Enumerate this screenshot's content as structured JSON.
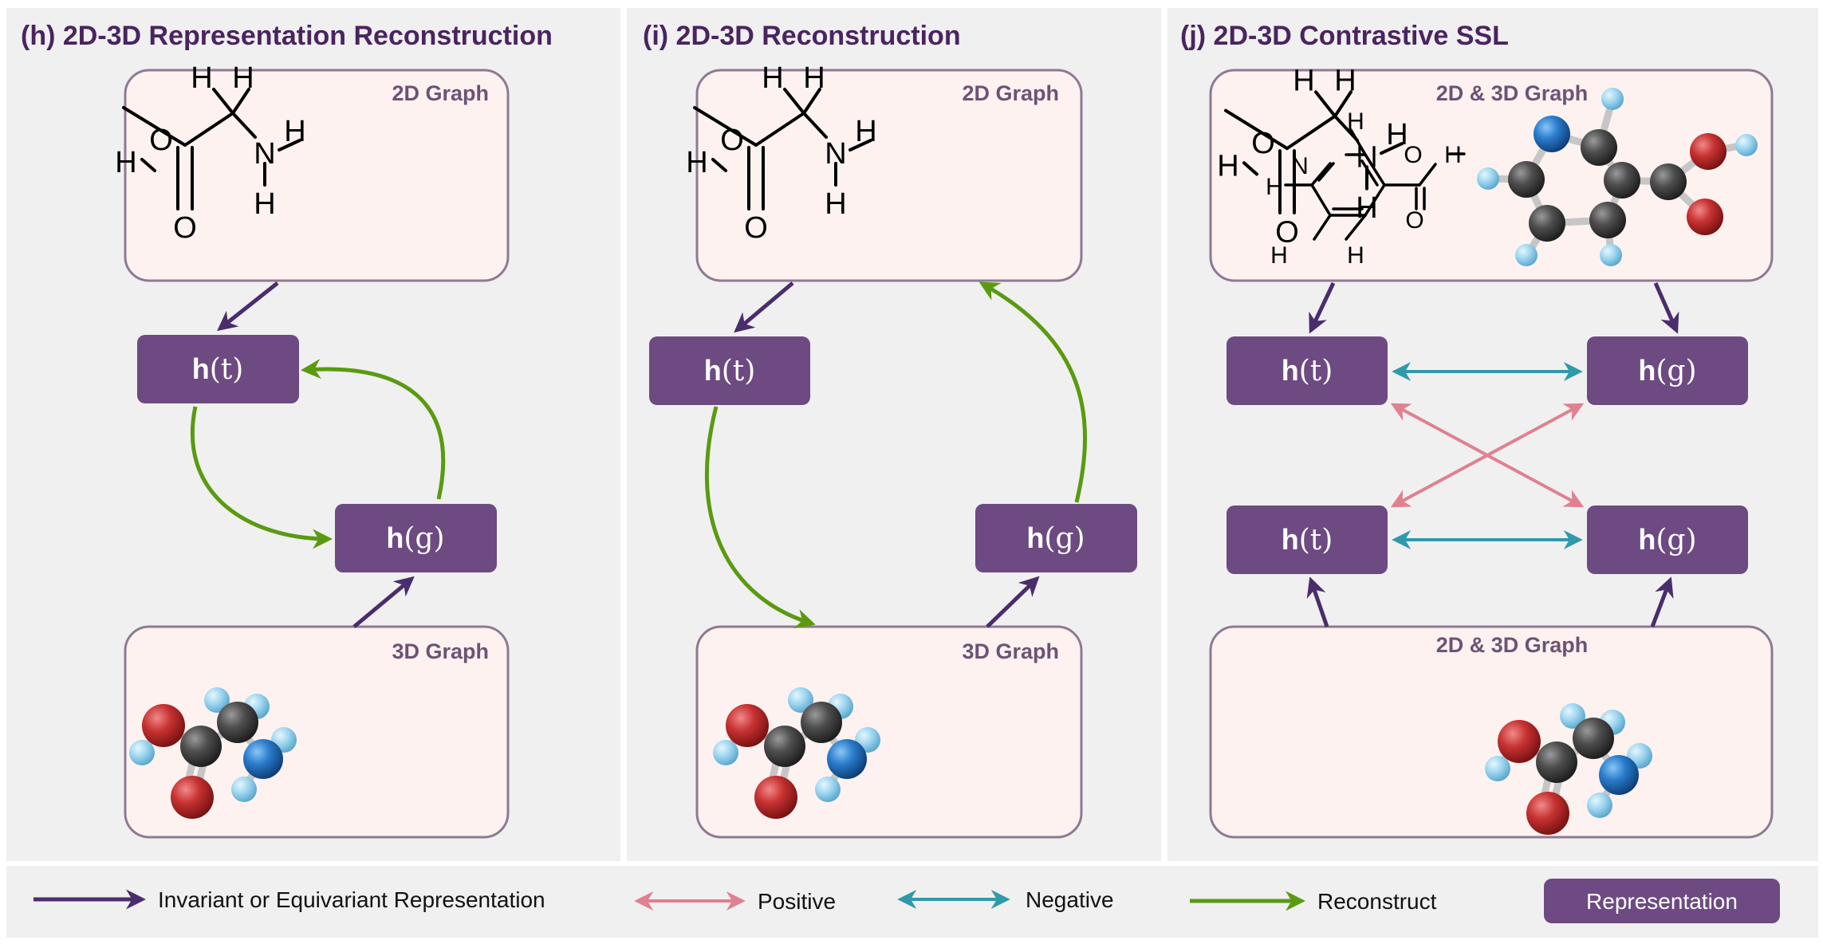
{
  "panels": [
    {
      "title": "(h) 2D-3D Representation Reconstruction",
      "top_box": "2D Graph",
      "bottom_box": "3D Graph",
      "rep_t": "t",
      "rep_g": "g"
    },
    {
      "title": "(i) 2D-3D Reconstruction",
      "top_box": "2D Graph",
      "bottom_box": "3D Graph",
      "rep_t": "t",
      "rep_g": "g"
    },
    {
      "title": "(j) 2D-3D Contrastive SSL",
      "top_box": "2D & 3D Graph",
      "bottom_box": "2D & 3D Graph",
      "rep_t": "t",
      "rep_g": "g"
    }
  ],
  "rep_prefix": "h",
  "rep_open": "(",
  "rep_close": ")",
  "glycine_atoms": {
    "h1": "H",
    "h2": "H",
    "ho": "H",
    "o": "O",
    "n": "N",
    "hn1": "H",
    "hn2": "H",
    "od": "O"
  },
  "pyridine_atoms": {
    "n": "N",
    "h_top": "H",
    "h_left": "H",
    "h_b1": "H",
    "h_b2": "H",
    "o": "O",
    "h_o": "H",
    "od": "O"
  },
  "legend": {
    "invariant": "Invariant or Equivariant Representation",
    "positive": "Positive",
    "negative": "Negative",
    "reconstruct": "Reconstruct",
    "representation": "Representation"
  },
  "colors": {
    "panel_bg": "#f0f0f0",
    "box_fill": "#fdf2f0",
    "box_stroke": "#8e7a92",
    "rep_fill": "#6d4a82",
    "invariant": "#4a2d6d",
    "reconstruct": "#5a9a10",
    "positive": "#e08090",
    "negative": "#2f9aaa",
    "carbon": "#4a4a4a",
    "oxygen": "#c33030",
    "nitrogen": "#2878c8",
    "hydrogen": "#8fcde8"
  },
  "icons": {
    "molecule_2d": "molecule-2d-icon",
    "molecule_3d": "molecule-3d-icon"
  }
}
